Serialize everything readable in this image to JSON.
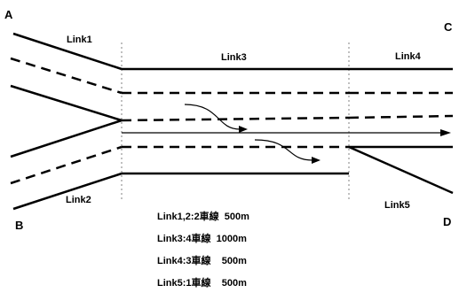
{
  "nodes": {
    "a": "A",
    "b": "B",
    "c": "C",
    "d": "D"
  },
  "links": {
    "link1": "Link1",
    "link2": "Link2",
    "link3": "Link3",
    "link4": "Link4",
    "link5": "Link5"
  },
  "legend": [
    "Link1,2:2車線  500m",
    "Link3:4車線  1000m",
    "Link4:3車線    500m",
    "Link5:1車線    500m"
  ]
}
